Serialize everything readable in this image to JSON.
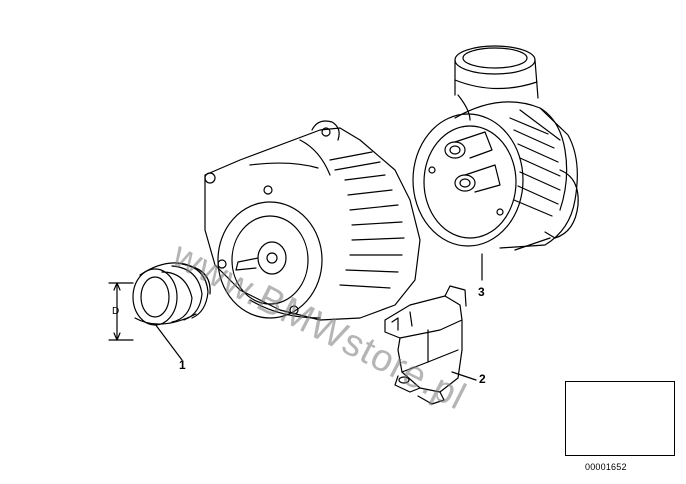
{
  "callouts": {
    "p1": "1",
    "p2": "2",
    "p3": "3"
  },
  "dimension_label": "D",
  "watermark": "www.BMWstore.pl",
  "diagram_number": "00001652"
}
